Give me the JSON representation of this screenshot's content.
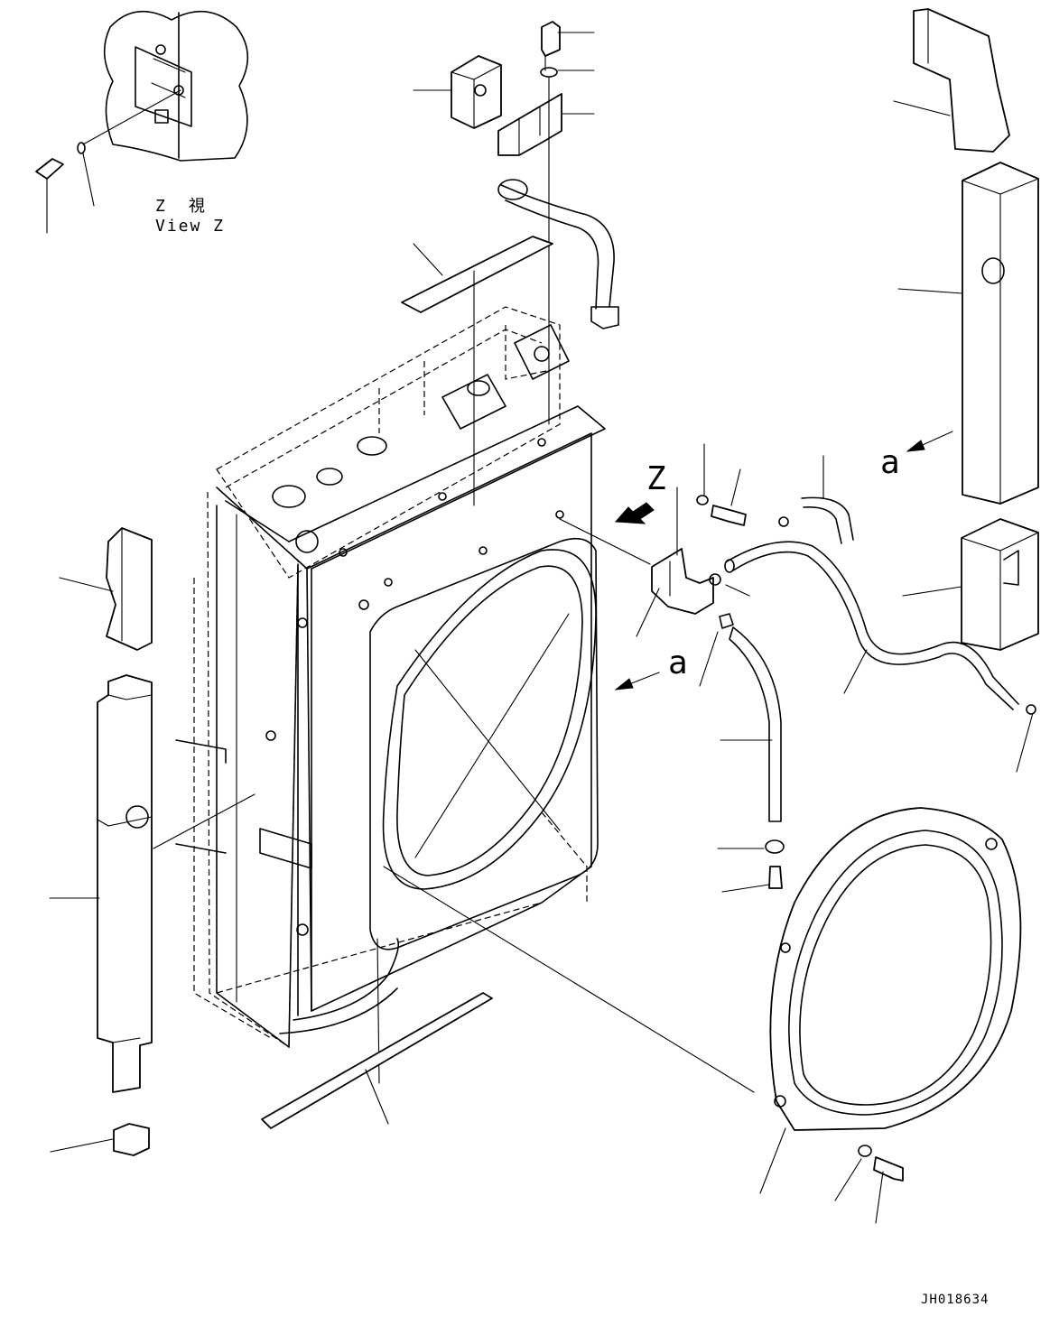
{
  "view_label": {
    "jp": "Z　視",
    "en": "View Z"
  },
  "callouts": {
    "view_z": "Z",
    "arrow_a_right": "a",
    "arrow_a_center": "a"
  },
  "drawing_number": "JH018634"
}
